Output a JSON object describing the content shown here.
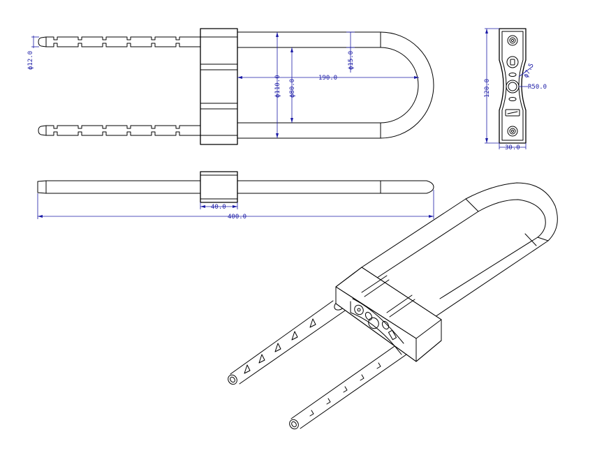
{
  "colors": {
    "object_line": "#000000",
    "dimension": "#1a1aa6",
    "background": "#ffffff"
  },
  "dimensions": {
    "shackle_diameter": "ϕ12.0",
    "inner_diameter": "ϕ15.0",
    "shackle_length": "190.0",
    "outer_width": "ϕ110.0",
    "inner_width": "ϕ80.0",
    "body_height": "120.0",
    "hole_diameter": "ϕ7.5",
    "body_radius": "R50.0",
    "body_width": "30.0",
    "block_width": "40.0",
    "overall_length": "400.0"
  }
}
